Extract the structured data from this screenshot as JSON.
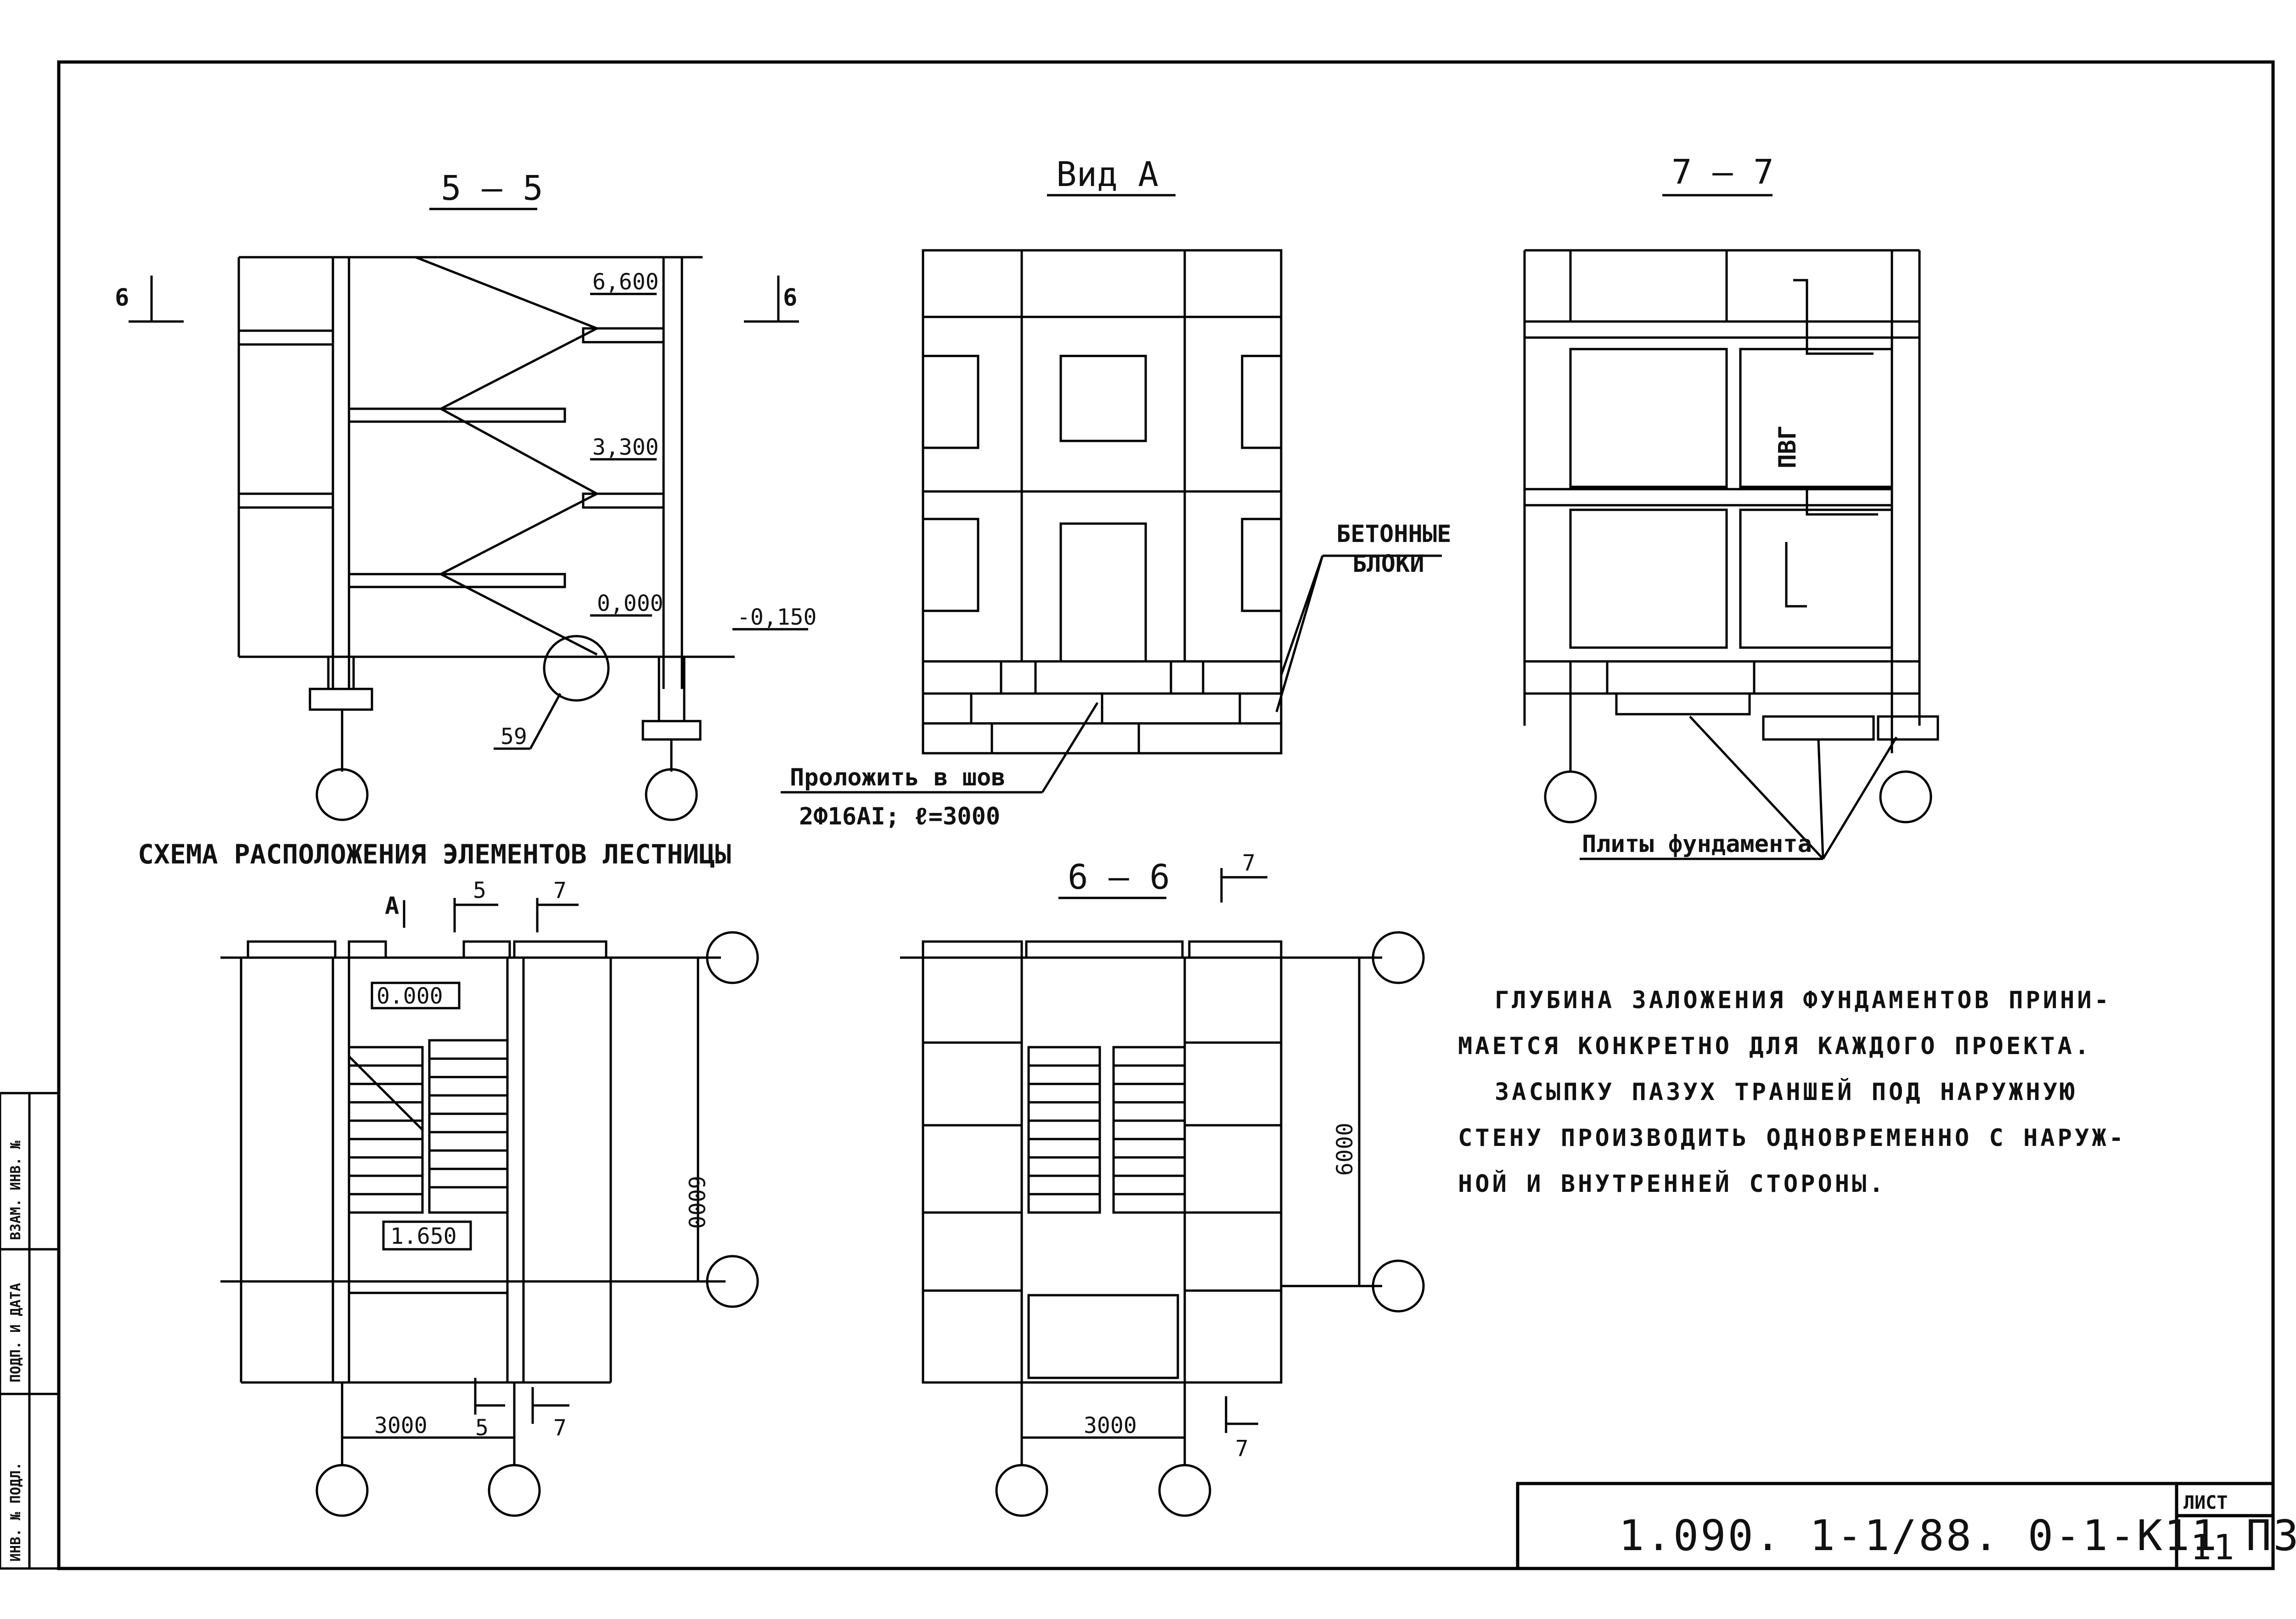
{
  "views": {
    "s55": {
      "title": "5 — 5",
      "marks": [
        "6,600",
        "3,300",
        "0,000",
        "-0,150",
        "59",
        "6",
        "6"
      ]
    },
    "vidA": {
      "title": "Вид А",
      "callout": "БЕТОННЫЕ\nБЛОКИ",
      "seam_line1": "Проложить в шов",
      "seam_line2": "2Ф16АI; ℓ=3000"
    },
    "s77": {
      "title": "7 — 7",
      "pvg": "ПВГ",
      "callout": "Плиты фундамента"
    },
    "schema": {
      "title": "СХЕМА РАСПОЛОЖЕНИЯ ЭЛЕМЕНТОВ ЛЕСТНИЦЫ",
      "marks": [
        "0.000",
        "1.650",
        "6000",
        "3000",
        "А",
        "5",
        "7",
        "5",
        "7"
      ]
    },
    "s66": {
      "title": "6 — 6",
      "marks": [
        "6000",
        "3000",
        "7",
        "7"
      ]
    }
  },
  "note": {
    "lines": [
      "ГЛУБИНА ЗАЛОЖЕНИЯ ФУНДАМЕНТОВ ПРИНИ-",
      "МАЕТСЯ  КОНКРЕТНО  ДЛЯ  КАЖДОГО  ПРОЕКТА.",
      "ЗАСЫПКУ  ПАЗУХ  ТРАНШЕЙ  ПОД  НАРУЖНУЮ",
      "СТЕНУ  ПРОИЗВОДИТЬ  ОДНОВРЕМЕННО  С  НАРУЖ-",
      "НОЙ  И  ВНУТРЕННЕЙ  СТОРОНЫ."
    ]
  },
  "titleblock": {
    "code": "1.090. 1-1/88. 0-1-К11 ПЗ",
    "sheet_label": "ЛИСТ",
    "sheet_no": "11"
  },
  "sidestamp": {
    "f1": "ВЗАМ. ИНВ. №",
    "f2": "ПОДП. И ДАТА",
    "f3": "ИНВ. № ПОДЛ."
  }
}
